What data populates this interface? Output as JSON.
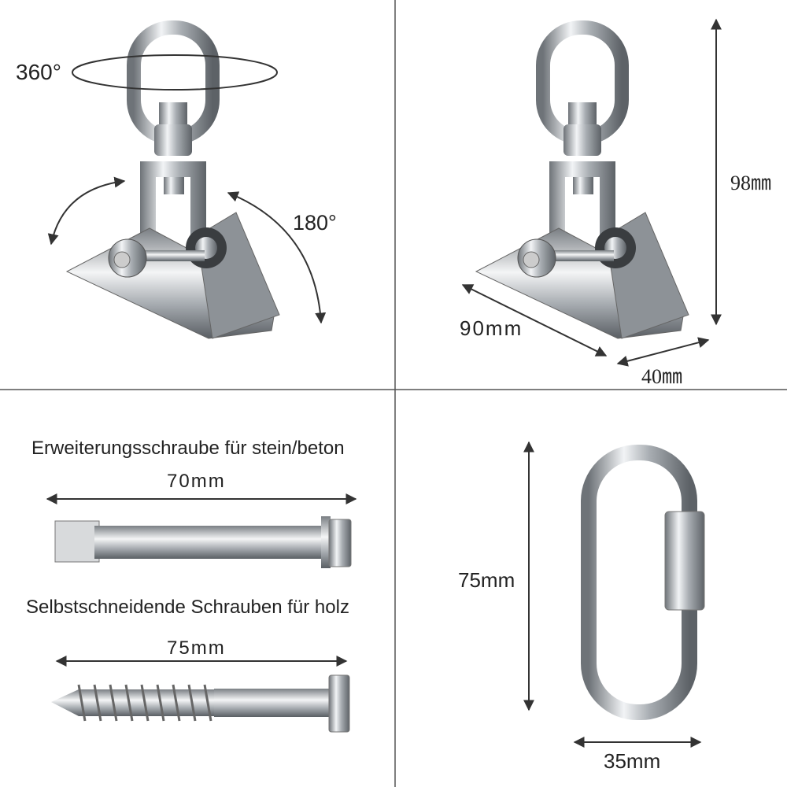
{
  "swivel_rotation": {
    "rotation_label": "360°",
    "tilt_label": "180°"
  },
  "swivel_dimensions": {
    "height": "98㎜",
    "length": "90mm",
    "width": "40㎜"
  },
  "expansion_bolt": {
    "title": "Erweiterungsschraube für stein/beton",
    "length": "70mm"
  },
  "wood_screw": {
    "title": "Selbstschneidende Schrauben für holz",
    "length": "75mm"
  },
  "quick_link": {
    "height": "75mm",
    "width": "35mm"
  },
  "colors": {
    "line": "#333333",
    "metal_dark": "#6e7378",
    "metal_light": "#eef0f2",
    "divider": "#555555"
  }
}
